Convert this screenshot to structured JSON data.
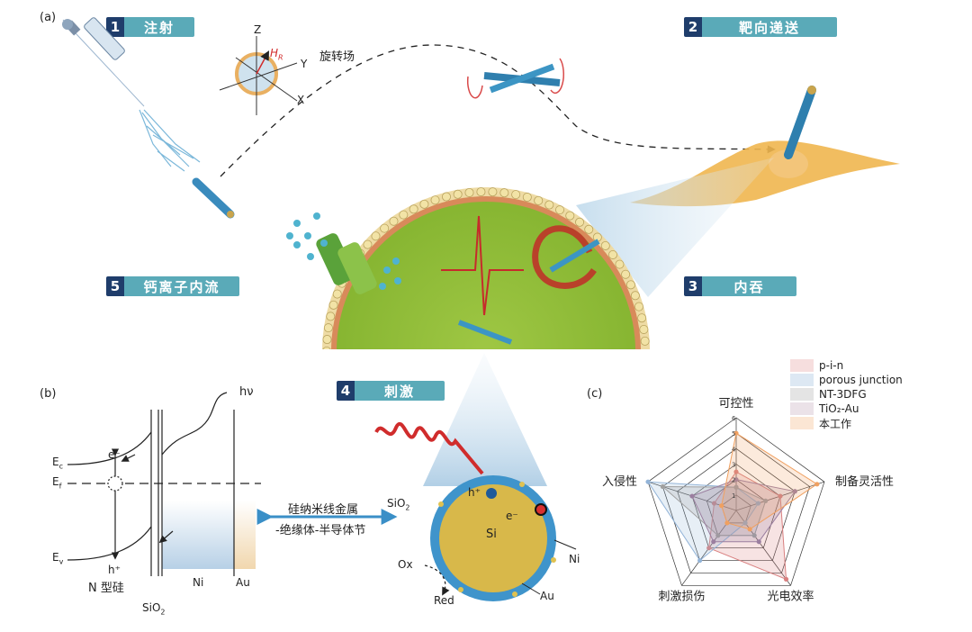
{
  "panel_labels": {
    "a": "(a)",
    "b": "(b)",
    "c": "(c)"
  },
  "stages": [
    {
      "num": "1",
      "label": "注射"
    },
    {
      "num": "2",
      "label": "靶向递送"
    },
    {
      "num": "3",
      "label": "内吞"
    },
    {
      "num": "4",
      "label": "刺激"
    },
    {
      "num": "5",
      "label": "钙离子内流"
    }
  ],
  "field": {
    "z": "Z",
    "y": "Y",
    "x": "X",
    "h": "H",
    "h_sub": "R",
    "label": "旋转场"
  },
  "band": {
    "hv": "hν",
    "ec": "E",
    "ec_sub": "c",
    "ef": "E",
    "ef_sub": "f",
    "ev": "E",
    "ev_sub": "v",
    "electron": "e⁻",
    "hole": "h⁺",
    "n_si": "N 型硅",
    "sio2": "SiO",
    "sio2_sub": "2",
    "ni": "Ni",
    "au": "Au"
  },
  "junction": {
    "line1": "硅纳米线金属",
    "line2": "-绝缘体-半导体节"
  },
  "wire": {
    "sio2": "SiO",
    "sio2_sub": "2",
    "si": "Si",
    "hole": "h⁺",
    "electron": "e⁻",
    "ni": "Ni",
    "au": "Au",
    "ox": "Ox",
    "red": "Red"
  },
  "legend": {
    "items": [
      {
        "name": "p-i-n",
        "color": "#f6dede"
      },
      {
        "name": "porous junction",
        "color": "#dde8f3"
      },
      {
        "name": "NT-3DFG",
        "color": "#e4e4e4"
      },
      {
        "name": "TiO₂-Au",
        "color": "#ebe2e8"
      },
      {
        "name": "本工作",
        "color": "#fbe6d4"
      }
    ]
  },
  "chart_data": {
    "type": "radar",
    "axes": [
      "可控性",
      "制备灵活性",
      "光电效率",
      "刺激损伤",
      "入侵性"
    ],
    "ticks": [
      "1",
      "2",
      "3",
      "4",
      "5",
      "6"
    ],
    "max": 6,
    "series": [
      {
        "name": "p-i-n",
        "color": "#d98080",
        "values": [
          2.5,
          3,
          5.5,
          3,
          1.5
        ]
      },
      {
        "name": "porous junction",
        "color": "#93b4d8",
        "values": [
          1.5,
          1.5,
          1,
          4,
          6
        ]
      },
      {
        "name": "NT-3DFG",
        "color": "#a0a0a0",
        "values": [
          1.5,
          2,
          2,
          2,
          5
        ]
      },
      {
        "name": "TiO₂-Au",
        "color": "#9b7fa0",
        "values": [
          2,
          4,
          2.5,
          2.5,
          3
        ]
      },
      {
        "name": "本工作",
        "color": "#f0a060",
        "values": [
          5,
          5.5,
          1.5,
          1,
          1
        ]
      }
    ]
  }
}
